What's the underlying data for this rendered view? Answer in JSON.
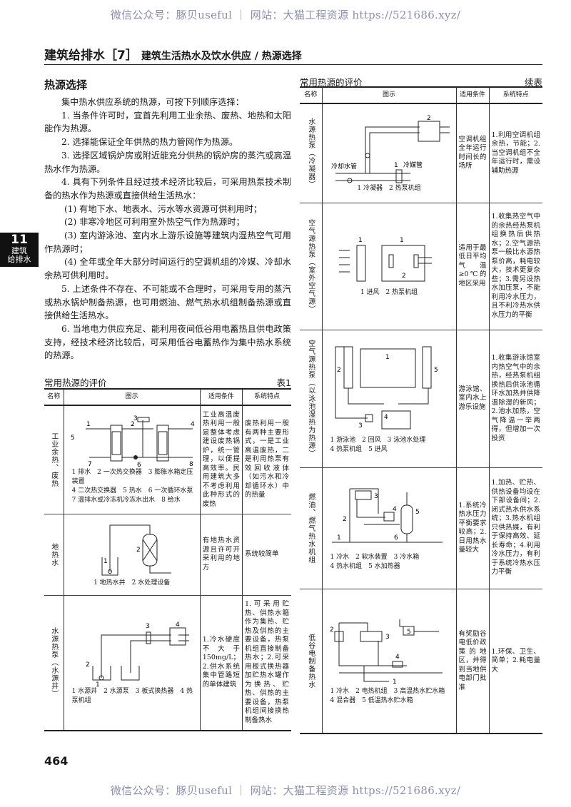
{
  "watermark": "微信公众号：豚贝useful ｜ 网站：大猫工程资源 https://521686.xyz/",
  "header": {
    "main": "建筑给排水［7］",
    "sub": "建筑生活热水及饮水供应 / 热源选择"
  },
  "side_tab": {
    "number": "11",
    "line1": "建筑",
    "line2": "给排水"
  },
  "section_title": "热源选择",
  "paragraphs": [
    "集中热水供应系统的热源，可按下列顺序选择：",
    "1. 当条件许可时，宜首先利用工业余热、废热、地热和太阳能作为热源。",
    "2. 选择能保证全年供热的热力管网作为热源。",
    "3. 选择区域锅炉房或附近能充分供热的锅炉房的蒸汽或高温热水作为热源。",
    "4. 具有下列条件且经过技术经济比较后，可采用热泵技术制备的热水作为热源或直接供给生活热水：",
    "(1) 有地下水、地表水、污水等水资源可供利用时；",
    "(2) 非寒冷地区可利用室外热空气作为热源时；",
    "(3) 室内游泳池、室内水上游乐设施等建筑内湿热空气可用作热源时；",
    "(4) 全年或全年大部分时间运行的空调机组的冷媒、冷却水余热可供利用时。",
    "5. 上述条件不存在、不可能或不合理时，可采用专用的蒸汽或热水锅炉制备热源，也可用燃油、燃气热水机组制备热源或直接供给生活热水。",
    "6. 当地电力供应充足、能利用夜间低谷用电蓄热且供电政策支持，经技术经济比较后，可采用低谷电蓄热作为集中热水系统的热源。"
  ],
  "table_left": {
    "title": "常用热源的评价",
    "tag": "表1",
    "headers": [
      "名称",
      "图示",
      "适用条件",
      "系统特点"
    ],
    "rows": [
      {
        "name": "工业余热、废热",
        "legend": [
          "1 排水　2 一次热交换器　3 膨胀水箱定压装置",
          "4 二次热交换器　5 热水　6 一次循环水泵",
          "7 温排水或冷冻机冷冻水出水　8 给水"
        ],
        "labels": [
          "1",
          "2",
          "3",
          "4",
          "5",
          "6",
          "7",
          "8"
        ],
        "condition": "工业高温废热利用一般是整体考虑建设废热锅炉，统一管理，以便提高效率。民用建筑大多不考虑利用此种形式的废热",
        "features": "废热利用一般有两种主要形式，一是工业高温废热，二是利用热泵有效回收液体（如污水和冷却循环水）中的热量"
      },
      {
        "name": "地热水",
        "legend": [
          "1 地热水井　2 水处理设备"
        ],
        "labels": [
          "1",
          "2"
        ],
        "condition": "有地热水资源且许可开采利用的地方",
        "features": "系统较简单"
      },
      {
        "name": "水源热泵（水源井）",
        "legend": [
          "1 水源井　2 水源泵　3 板式换热器　4 热泵机组"
        ],
        "labels": [
          "1",
          "2",
          "3",
          "4"
        ],
        "condition": "1.冷水硬度不大于150mg/L；2.供水系统集中管路短的单体建筑",
        "features": "1.可采用贮热、供热水箱作为集热、贮热及供热的主要设备，热泵机组直接制备热水；2.可采用板式换热器加贮热水罐作为换热、贮热、供热的主要设备，热泵机组间接换热制备热水"
      }
    ]
  },
  "table_right": {
    "title": "常用热源的评价",
    "tag": "续表",
    "headers": [
      "名称",
      "图示",
      "适用条件",
      "系统特点"
    ],
    "rows": [
      {
        "name": "水源热泵（冷凝器）",
        "legend": [
          "1 冷凝器　2 热泵机组"
        ],
        "labels": [
          "1",
          "2",
          "冷却水管",
          "冷媒管"
        ],
        "condition": "空调机组全年运行时间长的场所",
        "features": "1.利用空调机组余热，节能；2.当空调机组不全年运行时，需设辅助热源"
      },
      {
        "name": "空气源热泵（室外空气源）",
        "legend": [
          "1 进风　2 热泵机组"
        ],
        "labels": [
          "1",
          "1",
          "2"
        ],
        "condition": "适用于最低日平均气温≥0℃的地区采用",
        "features": "1.收集热空气中的余热经热泵机组换热后供热水；2.空气源热泵一般比水源热泵价高，耗电较大，技术更复杂些；3.需另设热水加压泵，不能利用冷水压力，且不利冷热水供水压力的平衡"
      },
      {
        "name": "空气源热泵（以泳池湿热为热源）",
        "legend": [
          "1 游泳池　2 回风　3 泳池水处理",
          "4 热泵机组　5 进风"
        ],
        "labels": [
          "1",
          "2",
          "3",
          "4",
          "5"
        ],
        "condition": "游泳馆、室内水上游乐设施",
        "features": "1.收集游泳馆室内热空气中的余热，经热泵机组换热后供泳池循环水加热并供降温除湿的新风；2.池水加热，空气降温一举两得，但增加一次投资"
      },
      {
        "name": "燃油、燃气热水机组",
        "legend": [
          "1 冷水　2 软水装置　3 冷水箱",
          "4 热水机组　5 水加热器"
        ],
        "labels": [
          "1",
          "2",
          "3",
          "4",
          "5",
          "6"
        ],
        "condition": "1.系统冷热水压力平衡要求较高；2.日用热水量较大",
        "features": "1.加热、贮热、供热设备均设在下部设备间；2.闭式热水供水系统；3.热水机组只供热媒，有利于保持高效、延长寿命；4.利用冷水压力，有利于系统冷热水压力平衡"
      },
      {
        "name": "低谷电制备热水",
        "legend": [
          "1 冷水　2 电热机组　3 高温热水贮水箱",
          "4 混合器　5 低温热水贮水箱"
        ],
        "labels": [
          "1",
          "2",
          "3",
          "4",
          "5"
        ],
        "condition": "有奖励谷电低价政策的地区，并得到当地供电部门批准",
        "features": "1.环保、卫生、简单；2.耗电量大"
      }
    ]
  },
  "page_number": "464"
}
